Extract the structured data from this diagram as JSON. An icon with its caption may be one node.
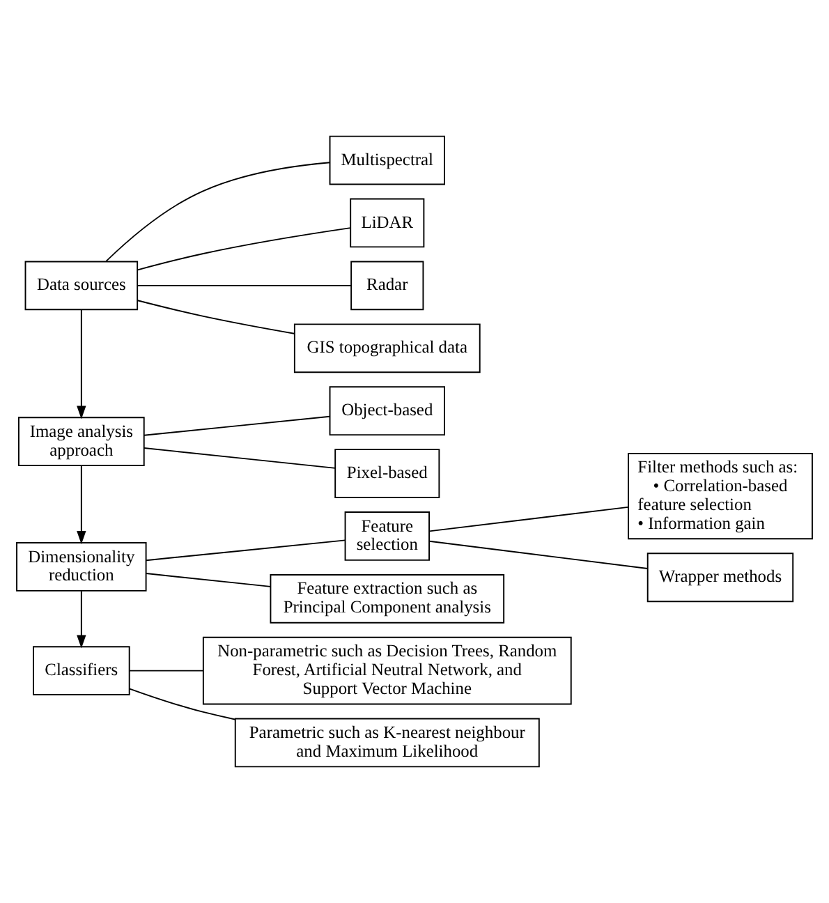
{
  "diagram": {
    "nodes": [
      {
        "text": [
          "Data sources"
        ]
      },
      {
        "text": [
          "Multispectral"
        ]
      },
      {
        "text": [
          "LiDAR"
        ]
      },
      {
        "text": [
          "Radar"
        ]
      },
      {
        "text": [
          "GIS topographical data"
        ]
      },
      {
        "text": [
          "Image analysis approach"
        ]
      },
      {
        "text": [
          "Object-based"
        ]
      },
      {
        "text": [
          "Pixel-based"
        ]
      },
      {
        "text": [
          "Feature selection"
        ]
      },
      {
        "text": [
          "Filter methods such as:",
          "• Correlation-based feature selection",
          "• Information gain"
        ]
      },
      {
        "text": [
          "Wrapper methods"
        ]
      },
      {
        "text": [
          "Dimensionality reduction"
        ]
      },
      {
        "text": [
          "Feature extraction such as Principal Component analysis"
        ]
      },
      {
        "text": [
          "Classifiers"
        ]
      },
      {
        "text": [
          "Non-parametric such as Decision Trees, Random Forest, Artificial Neutral Network, and Support Vector Machine"
        ]
      },
      {
        "text": [
          "Parametric such as K-nearest neighbour and Maximum Likelihood"
        ]
      }
    ],
    "edges": [
      {
        "from": 0,
        "to": 5,
        "arrow": "to"
      },
      {
        "from": 5,
        "to": 11,
        "arrow": "to"
      },
      {
        "from": 11,
        "to": 13,
        "arrow": "to"
      },
      {
        "from": 0,
        "to": 1,
        "arrow": "none"
      },
      {
        "from": 0,
        "to": 2,
        "arrow": "none"
      },
      {
        "from": 0,
        "to": 3,
        "arrow": "none"
      },
      {
        "from": 0,
        "to": 4,
        "arrow": "none"
      },
      {
        "from": 5,
        "to": 6,
        "arrow": "none"
      },
      {
        "from": 5,
        "to": 7,
        "arrow": "none"
      },
      {
        "from": 11,
        "to": 8,
        "arrow": "none"
      },
      {
        "from": 11,
        "to": 12,
        "arrow": "none"
      },
      {
        "from": 8,
        "to": 9,
        "arrow": "none"
      },
      {
        "from": 8,
        "to": 10,
        "arrow": "none"
      },
      {
        "from": 13,
        "to": 14,
        "arrow": "none"
      },
      {
        "from": 13,
        "to": 15,
        "arrow": "none"
      }
    ]
  }
}
